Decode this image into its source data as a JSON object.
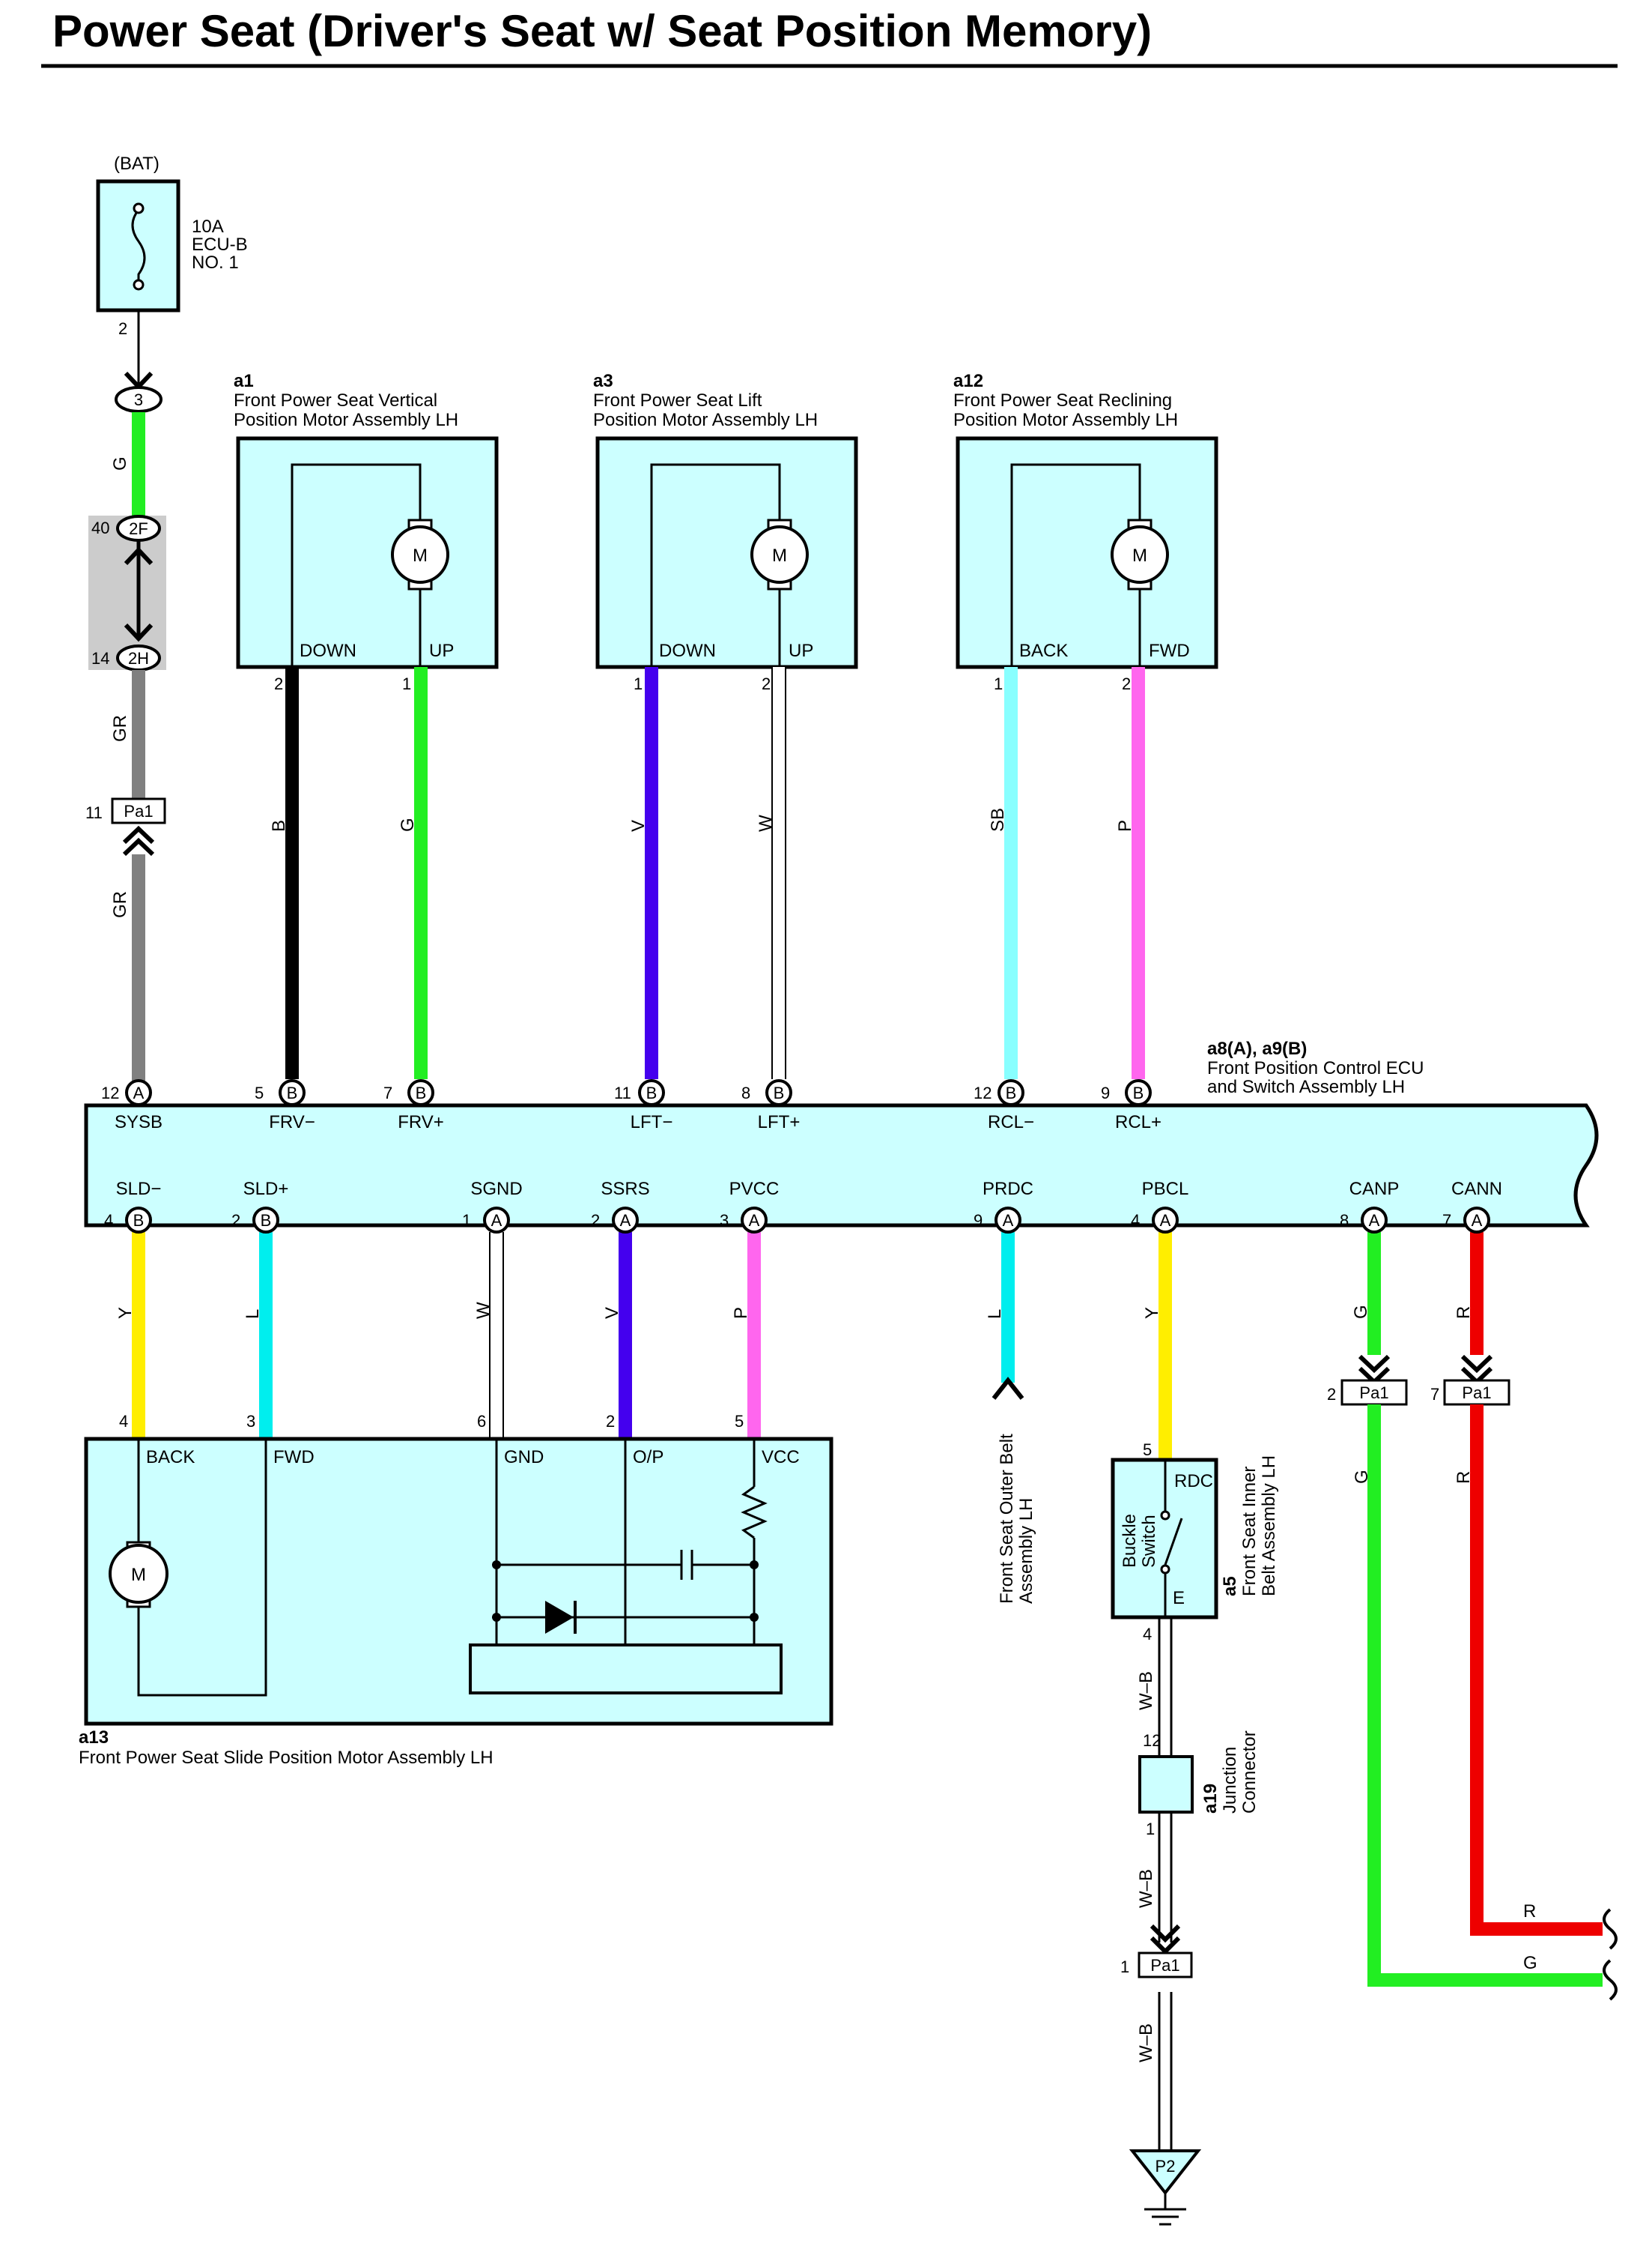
{
  "title": "Power Seat (Driver's Seat w/ Seat Position Memory)",
  "colors": {
    "G": "#22ee22",
    "GR": "#808080",
    "B": "#000000",
    "V": "#4400ee",
    "W": "#ffffff",
    "SB": "#88ffff",
    "P": "#ff66ee",
    "Y": "#ffee00",
    "L": "#00eeee",
    "R": "#ee0000",
    "WB": "#ffffff",
    "box_fill": "#ccffff",
    "splice_fill": "#cccccc"
  },
  "fuse": {
    "source": "(BAT)",
    "rating": "10A",
    "name": "ECU-B",
    "number": "NO. 1",
    "pin": "2"
  },
  "splice": {
    "top_pin": "40",
    "top_conn": "2F",
    "bottom_pin": "14",
    "bottom_conn": "2H"
  },
  "conn3": "3",
  "pa1_left": {
    "pin": "11",
    "label": "Pa1"
  },
  "motors": [
    {
      "code": "a1",
      "name1": "Front Power Seat Vertical",
      "name2": "Position Motor Assembly LH",
      "term_left": "DOWN",
      "term_right": "UP",
      "pin_left": "2",
      "pin_right": "1",
      "symbol": "M"
    },
    {
      "code": "a3",
      "name1": "Front Power Seat Lift",
      "name2": "Position Motor Assembly LH",
      "term_left": "DOWN",
      "term_right": "UP",
      "pin_left": "1",
      "pin_right": "2",
      "symbol": "M"
    },
    {
      "code": "a12",
      "name1": "Front Power Seat Reclining",
      "name2": "Position Motor Assembly LH",
      "term_left": "BACK",
      "term_right": "FWD",
      "pin_left": "1",
      "pin_right": "2",
      "symbol": "M"
    }
  ],
  "ecu": {
    "code": "a8(A), a9(B)",
    "name1": "Front Position Control ECU",
    "name2": "and Switch Assembly LH",
    "top_pins": [
      {
        "pin": "12",
        "conn": "A",
        "term": "SYSB",
        "wire": "GR"
      },
      {
        "pin": "5",
        "conn": "B",
        "term": "FRV−",
        "wire": "B"
      },
      {
        "pin": "7",
        "conn": "B",
        "term": "FRV+",
        "wire": "G"
      },
      {
        "pin": "11",
        "conn": "B",
        "term": "LFT−",
        "wire": "V"
      },
      {
        "pin": "8",
        "conn": "B",
        "term": "LFT+",
        "wire": "W"
      },
      {
        "pin": "12",
        "conn": "B",
        "term": "RCL−",
        "wire": "SB"
      },
      {
        "pin": "9",
        "conn": "B",
        "term": "RCL+",
        "wire": "P"
      }
    ],
    "bottom_pins": [
      {
        "pin": "4",
        "conn": "B",
        "term": "SLD−",
        "wire": "Y"
      },
      {
        "pin": "2",
        "conn": "B",
        "term": "SLD+",
        "wire": "L"
      },
      {
        "pin": "1",
        "conn": "A",
        "term": "SGND",
        "wire": "W"
      },
      {
        "pin": "2",
        "conn": "A",
        "term": "SSRS",
        "wire": "V"
      },
      {
        "pin": "3",
        "conn": "A",
        "term": "PVCC",
        "wire": "P"
      },
      {
        "pin": "9",
        "conn": "A",
        "term": "PRDC",
        "wire": "L"
      },
      {
        "pin": "4",
        "conn": "A",
        "term": "PBCL",
        "wire": "Y"
      },
      {
        "pin": "8",
        "conn": "A",
        "term": "CANP",
        "wire": "G"
      },
      {
        "pin": "7",
        "conn": "A",
        "term": "CANN",
        "wire": "R"
      }
    ]
  },
  "slide": {
    "code": "a13",
    "name": "Front Power Seat Slide Position Motor Assembly LH",
    "pins": [
      "4",
      "3",
      "6",
      "2",
      "5"
    ],
    "terms": [
      "BACK",
      "FWD",
      "GND",
      "O/P",
      "VCC"
    ],
    "symbol": "M"
  },
  "belt_outer": {
    "name1": "Front Seat Outer Belt",
    "name2": "Assembly LH"
  },
  "buckle": {
    "code": "a5",
    "name1": "Front Seat Inner",
    "name2": "Belt Assembly LH",
    "switch1": "Buckle",
    "switch2": "Switch",
    "term_top": "RDC",
    "term_bottom": "E",
    "pin_top": "5",
    "pin_bottom": "4"
  },
  "junction": {
    "code": "a19",
    "name1": "Junction",
    "name2": "Connector",
    "pin_top": "12",
    "pin_bottom": "1"
  },
  "pa1_bottom": {
    "pin": "1",
    "label": "Pa1"
  },
  "pa1_canp": {
    "pin": "2",
    "label": "Pa1"
  },
  "pa1_cann": {
    "pin": "7",
    "label": "Pa1"
  },
  "wire_labels": {
    "W_B": "W–B",
    "G": "G",
    "R": "R",
    "GR": "GR"
  },
  "ground": {
    "label": "P2"
  }
}
